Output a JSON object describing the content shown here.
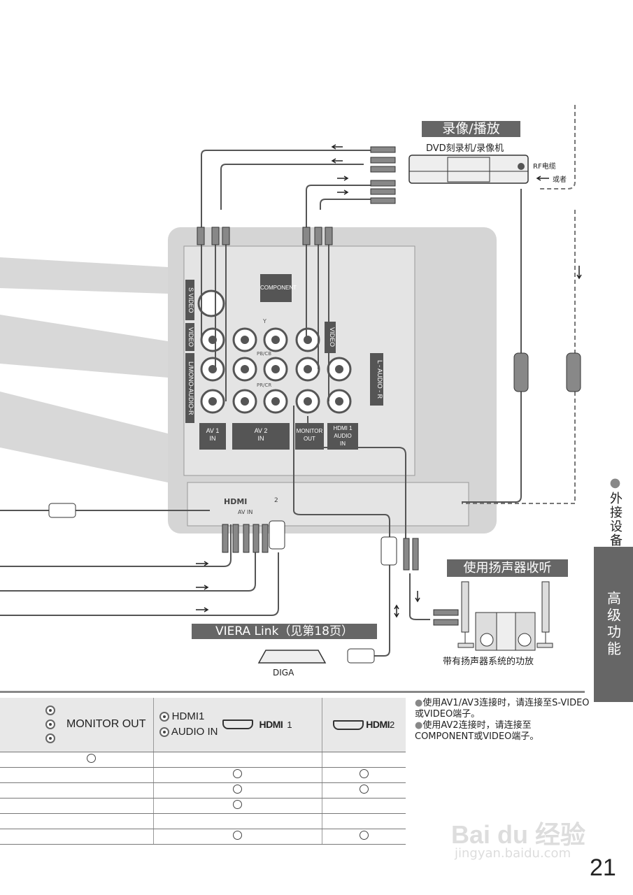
{
  "recorder": {
    "banner": "录像/播放",
    "device": "DVD刻录机/录像机",
    "rf_cable": "RF电缆",
    "or": "或者"
  },
  "panel": {
    "s_video": "S VIDEO",
    "video": "VIDEO",
    "audio": "L/MONO-AUDIO-R",
    "component": "COMPONENT",
    "y": "Y",
    "pb": "PB/CB",
    "pr": "PR/CR",
    "video2": "VIDEO",
    "l_audio_r": "L - AUDIO - R",
    "av1_in": "AV 1\nIN",
    "av2_in": "AV 2\nIN",
    "monitor_out": "MONITOR\nOUT",
    "hdmi1_audio_in": "HDMI 1\nAUDIO\nIN",
    "hdmi_logo": "HDMI",
    "av_in": "AV IN",
    "hdmi_num": "2"
  },
  "speaker": {
    "banner": "使用扬声器收听",
    "amp": "带有扬声器系统的功放"
  },
  "viera": {
    "banner": "VIERA Link（见第18页）",
    "diga": "DIGA"
  },
  "table": {
    "headers": [
      {
        "label": "MONITOR OUT"
      },
      {
        "label1": "HDMI1",
        "label2": "AUDIO IN",
        "logo": "HDMI",
        "num": "1"
      },
      {
        "logo": "HDMI",
        "num": "2"
      }
    ],
    "rows": [
      [
        true,
        false,
        false
      ],
      [
        false,
        true,
        true
      ],
      [
        false,
        true,
        true
      ],
      [
        false,
        true,
        false
      ],
      [
        false,
        false,
        false
      ],
      [
        false,
        true,
        true
      ]
    ],
    "mark": "○"
  },
  "notes": [
    "使用AV1/AV3连接时，请连接至S-VIDEO或VIDEO端子。",
    "使用AV2连接时，请连接至COMPONENT或VIDEO端子。"
  ],
  "side": {
    "section": "外接设备",
    "tab": "高级功能"
  },
  "page_number": "21",
  "watermark": {
    "logo": "Baidu经验",
    "url": "jingyan.baidu.com"
  }
}
